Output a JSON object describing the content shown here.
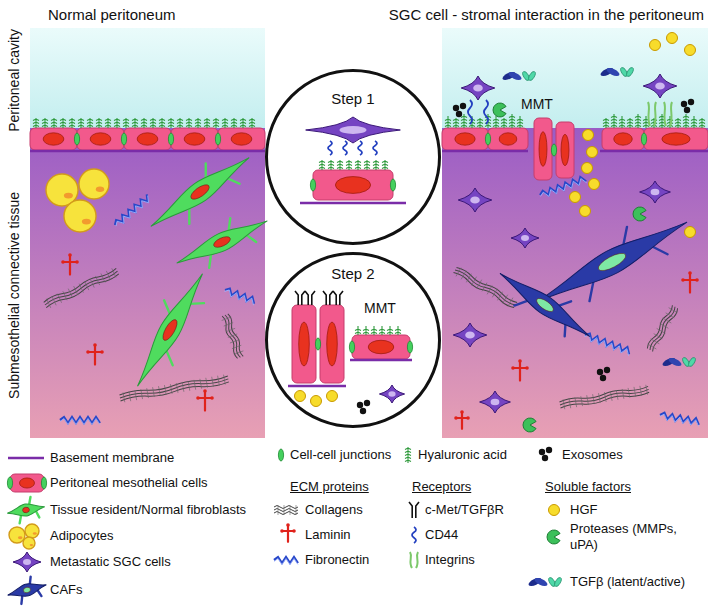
{
  "diagram": {
    "nodes": [
      {
        "text": [
          "Normal peritoneum"
        ]
      },
      {
        "text": [
          "Step 1"
        ]
      },
      {
        "text": [
          "Step 2",
          "MMT"
        ]
      },
      {
        "text": [
          "SGC cell - stromal interaction in the peritoneum"
        ]
      }
    ],
    "labels": [
      "Peritoneal cavity",
      "Submesothelial connective tissue",
      "MMT",
      "ECM proteins",
      "Receptors",
      "Soluble factors"
    ],
    "legend": [
      {
        "text": "Basement membrane"
      },
      {
        "text": "Peritoneal mesothelial cells"
      },
      {
        "text": "Tissue resident/Normal fibroblasts"
      },
      {
        "text": "Adipocytes"
      },
      {
        "text": "Metastatic SGC cells"
      },
      {
        "text": "CAFs"
      },
      {
        "text": "Cell-cell junctions"
      },
      {
        "text": "Hyaluronic acid"
      },
      {
        "text": "Exosomes"
      },
      {
        "text": "Collagens"
      },
      {
        "text": "Laminin"
      },
      {
        "text": "Fibronectin"
      },
      {
        "text": "c-Met/TGFβR"
      },
      {
        "text": "CD44"
      },
      {
        "text": "Integrins"
      },
      {
        "text": "HGF"
      },
      {
        "text": "Proteases (MMPs, uPA)"
      },
      {
        "text": "TGFβ (latent/active)"
      }
    ]
  }
}
